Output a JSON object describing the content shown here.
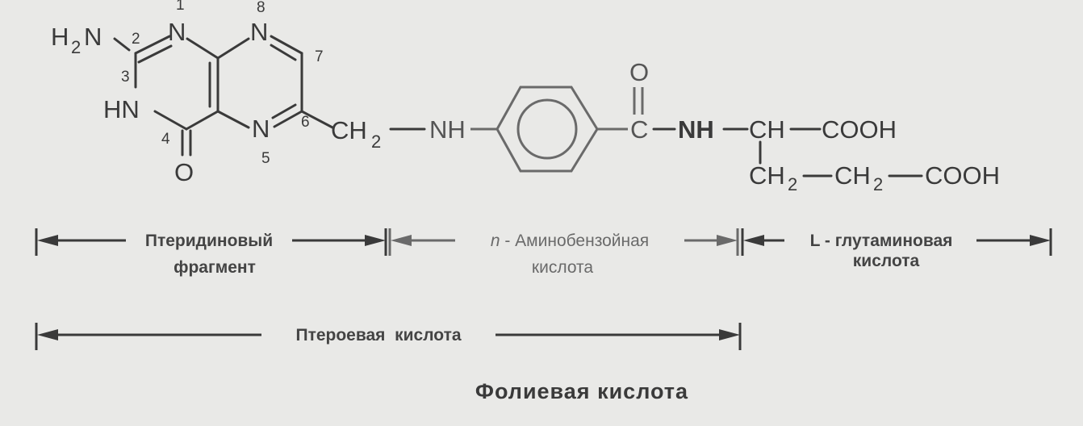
{
  "molecule": {
    "atoms": {
      "h2n_h": "H",
      "h2n_sub": "2",
      "h2n_n": "N",
      "n1": "N",
      "n8": "N",
      "hn3": "HN",
      "o4": "O",
      "n5": "N",
      "ch2_c": "CH",
      "ch2_sub": "2",
      "nh_link": "NH",
      "c_carbonyl": "C",
      "o_carbonyl": "O",
      "nh_amide": "NH",
      "ch_alpha": "CH",
      "cooh_alpha": "COOH",
      "ch2_b_c": "CH",
      "ch2_b_sub": "2",
      "ch2_g_c": "CH",
      "ch2_g_sub": "2",
      "cooh_gamma": "COOH"
    },
    "numbers": {
      "n1": "1",
      "n2": "2",
      "n3": "3",
      "n4": "4",
      "n5": "5",
      "n6": "6",
      "n7": "7",
      "n8": "8"
    }
  },
  "fragments": {
    "pteridine_line1": "Птеридиновый",
    "pteridine_line2": "фрагмент",
    "paba_prefix": "n",
    "paba_line1": " - Аминобензойная",
    "paba_line2": "кислота",
    "glu_line1": "L - глутаминовая",
    "glu_line2": "кислота",
    "pteroic": "Птероевая  кислота"
  },
  "title": "Фолиевая кислота"
}
